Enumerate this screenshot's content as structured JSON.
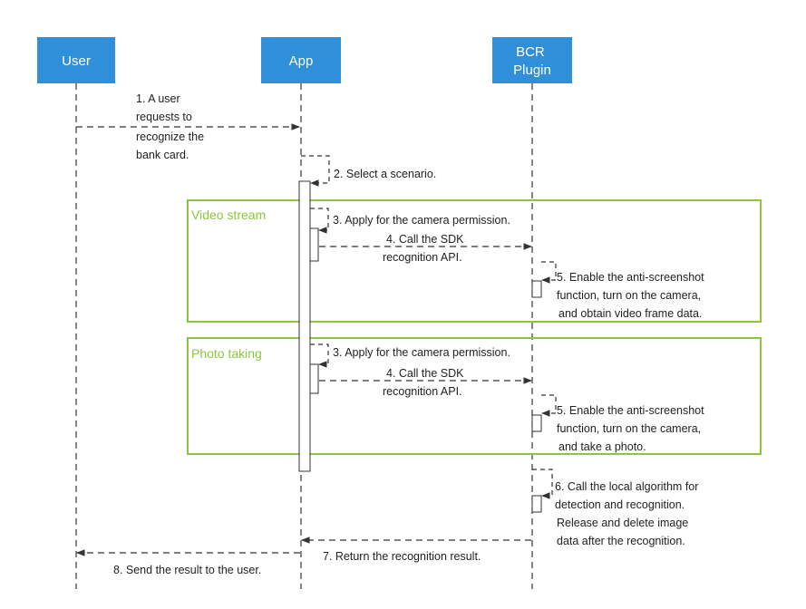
{
  "actors": {
    "user": [
      "User"
    ],
    "app": [
      "App"
    ],
    "plugin": [
      "BCR",
      "Plugin"
    ]
  },
  "frames": {
    "video": "Video stream",
    "photo": "Photo taking"
  },
  "messages": {
    "m1": [
      "1. A user",
      "requests to",
      "recognize the",
      "bank card."
    ],
    "m2": [
      "2. Select a scenario."
    ],
    "v3": [
      "3. Apply for the camera permission."
    ],
    "v4": [
      "4. Call the SDK",
      "recognition API."
    ],
    "v5": [
      "5. Enable the anti-screenshot",
      "function, turn on the camera,",
      "and obtain video frame data."
    ],
    "p3": [
      "3. Apply for the camera permission."
    ],
    "p4": [
      "4. Call the SDK",
      "recognition API."
    ],
    "p5": [
      "5. Enable the anti-screenshot",
      "function, turn on the camera,",
      "and take a photo."
    ],
    "m6": [
      "6. Call the local algorithm for",
      "detection and recognition.",
      "Release and delete image",
      "data after the recognition."
    ],
    "m7": [
      "7. Return the recognition result."
    ],
    "m8": [
      "8. Send the result to the user."
    ]
  }
}
